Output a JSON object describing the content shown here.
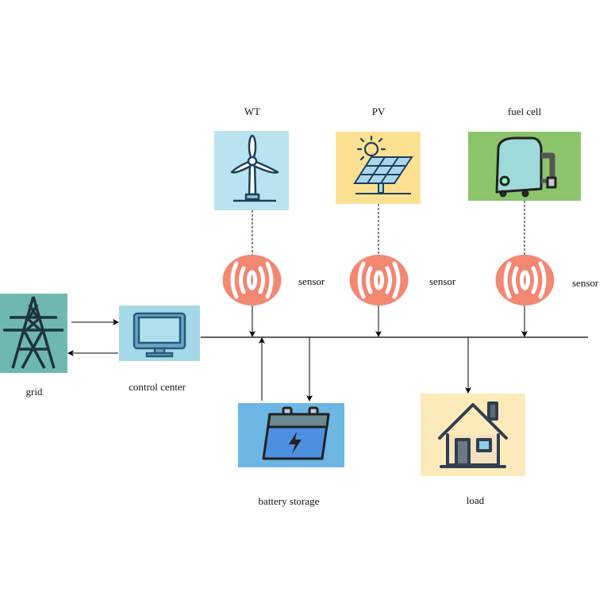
{
  "diagram": {
    "sources": [
      {
        "id": "wt",
        "label": "WT",
        "icon": "wind-turbine-icon",
        "bg": "#b9e3f0"
      },
      {
        "id": "pv",
        "label": "PV",
        "icon": "solar-panel-icon",
        "bg": "#fbe091"
      },
      {
        "id": "fc",
        "label": "fuel cell",
        "icon": "fuel-cell-icon",
        "bg": "#8cc46b"
      }
    ],
    "sensors": [
      {
        "label": "sensor",
        "color": "#f28772"
      },
      {
        "label": "sensor",
        "color": "#f28772"
      },
      {
        "label": "sensor",
        "color": "#f28772"
      }
    ],
    "grid": {
      "label": "grid",
      "icon": "transmission-tower-icon",
      "bg": "#6fb8b0"
    },
    "control_center": {
      "label": "control center",
      "icon": "monitor-icon",
      "bg": "#a7d8e8"
    },
    "battery": {
      "label": "battery storage",
      "icon": "battery-icon",
      "bg": "#6cb6e3"
    },
    "load": {
      "label": "load",
      "icon": "house-icon",
      "bg": "#fdeabb"
    }
  }
}
